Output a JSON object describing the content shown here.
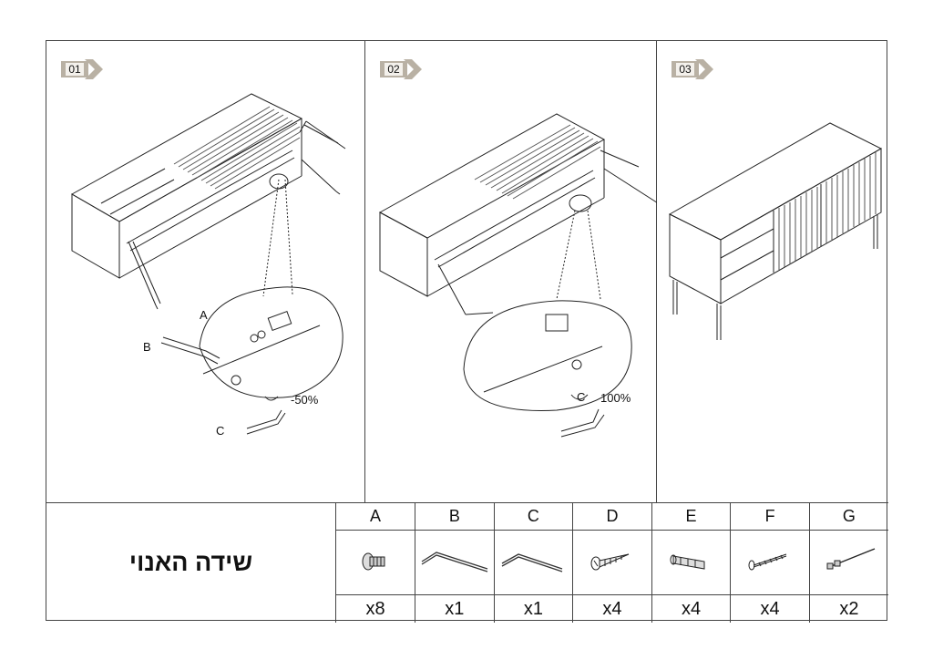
{
  "steps": [
    {
      "number": "01",
      "labels": {
        "a": "A",
        "b": "B",
        "c": "C",
        "pct": "-50%"
      }
    },
    {
      "number": "02",
      "labels": {
        "c": "C",
        "pct": "100%"
      }
    },
    {
      "number": "03"
    }
  ],
  "title": "שידה האנוי",
  "parts": [
    {
      "letter": "A",
      "icon": "cam-bolt-icon",
      "qty": "x8"
    },
    {
      "letter": "B",
      "icon": "allen-key-icon",
      "qty": "x1"
    },
    {
      "letter": "C",
      "icon": "allen-key-small-icon",
      "qty": "x1"
    },
    {
      "letter": "D",
      "icon": "screw-icon",
      "qty": "x4"
    },
    {
      "letter": "E",
      "icon": "wall-plug-icon",
      "qty": "x4"
    },
    {
      "letter": "F",
      "icon": "wood-screw-icon",
      "qty": "x4"
    },
    {
      "letter": "G",
      "icon": "anti-tip-strap-icon",
      "qty": "x2"
    }
  ]
}
